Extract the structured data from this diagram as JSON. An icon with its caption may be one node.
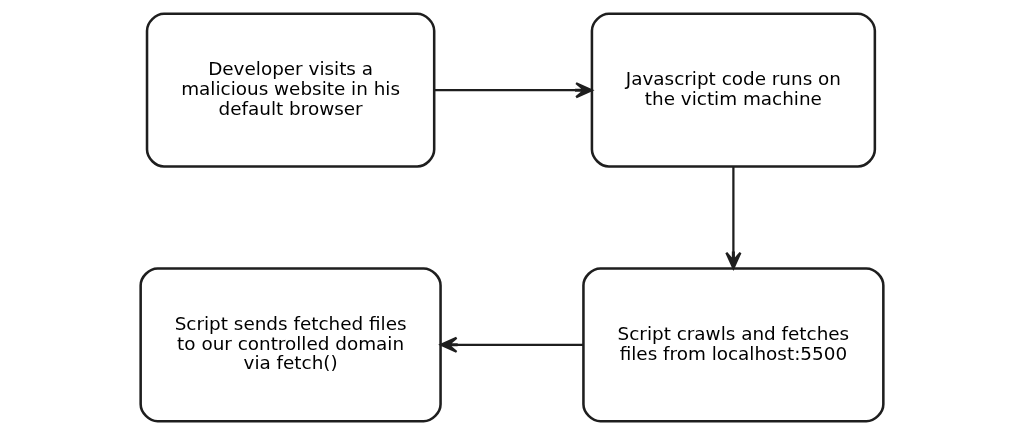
{
  "diagram": {
    "nodes": [
      {
        "text": [
          "Developer visits a malicious website in his default browser"
        ]
      },
      {
        "text": [
          "Javascript code runs on the victim machine"
        ]
      },
      {
        "text": [
          "Script crawls and fetches files from localhost:5500"
        ]
      },
      {
        "text": [
          "Script sends fetched files to our controlled domain via fetch()"
        ]
      }
    ],
    "edges": [
      {
        "from": 0,
        "to": 1,
        "arrow": "to"
      },
      {
        "from": 1,
        "to": 2,
        "arrow": "to"
      },
      {
        "from": 2,
        "to": 3,
        "arrow": "to"
      }
    ]
  }
}
